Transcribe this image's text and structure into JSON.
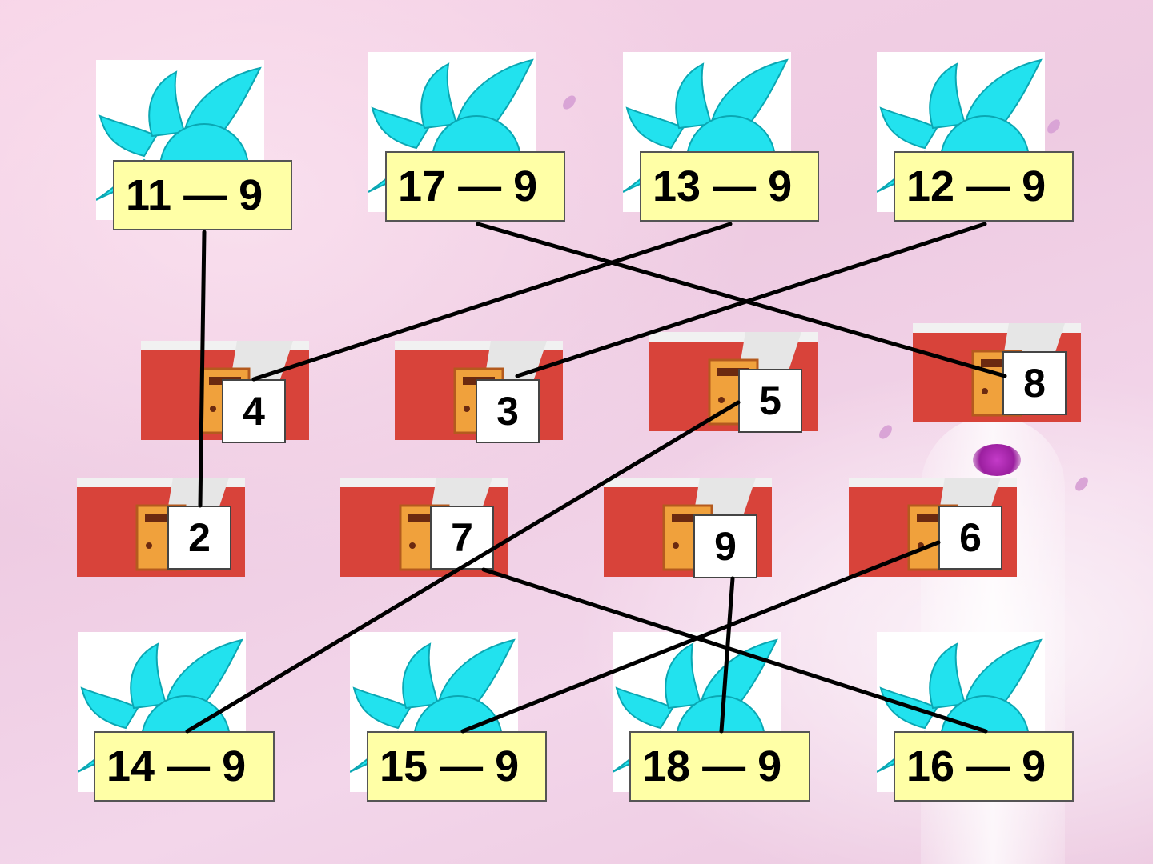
{
  "expressions_top": [
    "11 ― 9",
    "17 ― 9",
    "13 ― 9",
    "12 ― 9"
  ],
  "expressions_bottom": [
    "14 ― 9",
    "15 ― 9",
    "18 ― 9",
    "16 ― 9"
  ],
  "mailbox_numbers_row1": [
    "4",
    "3",
    "5",
    "8"
  ],
  "mailbox_numbers_row2": [
    "2",
    "7",
    "9",
    "6"
  ],
  "matches": [
    {
      "expression": "11 ― 9",
      "answer": "2"
    },
    {
      "expression": "17 ― 9",
      "answer": "8"
    },
    {
      "expression": "13 ― 9",
      "answer": "4"
    },
    {
      "expression": "12 ― 9",
      "answer": "3"
    },
    {
      "expression": "14 ― 9",
      "answer": "5"
    },
    {
      "expression": "15 ― 9",
      "answer": "6"
    },
    {
      "expression": "18 ― 9",
      "answer": "9"
    },
    {
      "expression": "16 ― 9",
      "answer": "7"
    }
  ],
  "colors": {
    "bird": "#22e2ee",
    "mailbox": "#d8433a",
    "expression_box": "#ffffa6",
    "line": "#000000"
  },
  "icons": [
    "bird-icon",
    "mailbox-icon"
  ]
}
